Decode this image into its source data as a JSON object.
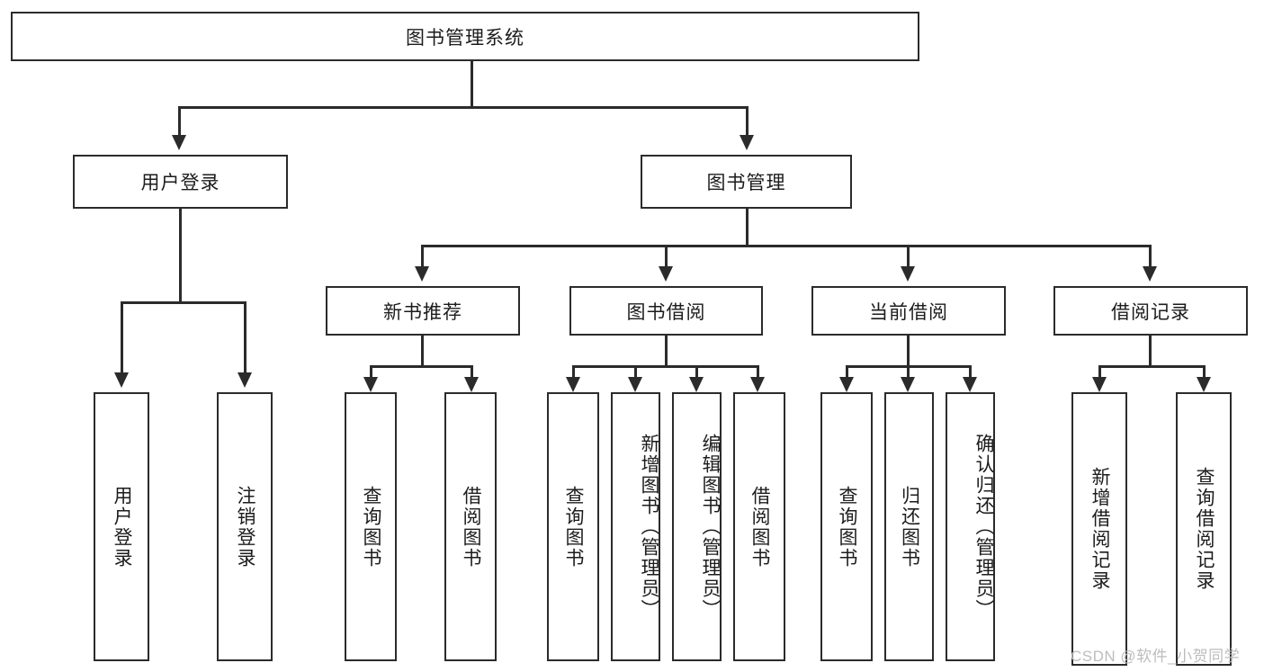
{
  "diagram": {
    "type": "tree-hierarchy",
    "title": "图书管理系统",
    "root": {
      "label": "图书管理系统"
    },
    "level1": [
      {
        "label": "用户登录"
      },
      {
        "label": "图书管理"
      }
    ],
    "level2": [
      {
        "label": "新书推荐",
        "parent": "图书管理"
      },
      {
        "label": "图书借阅",
        "parent": "图书管理"
      },
      {
        "label": "当前借阅",
        "parent": "图书管理"
      },
      {
        "label": "借阅记录",
        "parent": "图书管理"
      }
    ],
    "leaves": {
      "user_login": [
        {
          "label": "用户登录"
        },
        {
          "label": "注销登录"
        }
      ],
      "new_book_recommend": [
        {
          "label": "查询图书"
        },
        {
          "label": "借阅图书"
        }
      ],
      "book_borrow": [
        {
          "label": "查询图书"
        },
        {
          "label": "新增图书（管理员）"
        },
        {
          "label": "编辑图书（管理员）"
        },
        {
          "label": "借阅图书"
        }
      ],
      "current_borrow": [
        {
          "label": "查询图书"
        },
        {
          "label": "归还图书"
        },
        {
          "label": "确认归还（管理员）"
        }
      ],
      "borrow_record": [
        {
          "label": "新增借阅记录"
        },
        {
          "label": "查询借阅记录"
        }
      ]
    }
  },
  "watermark": {
    "text": "CSDN @软件_小贺同学"
  },
  "colors": {
    "stroke": "#2b2b2b",
    "background": "#ffffff",
    "text": "#1c1c1c",
    "watermark": "#bdbdbd"
  }
}
